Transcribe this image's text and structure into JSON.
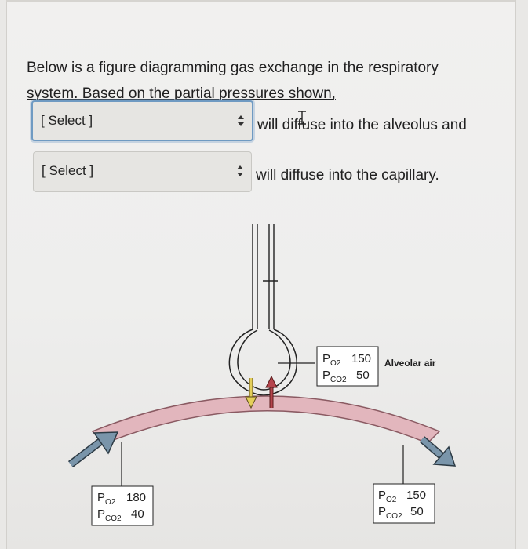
{
  "question": {
    "line1": "Below is a figure diagramming gas exchange in the respiratory",
    "line2": "system. Based on the partial pressures shown,"
  },
  "select1": {
    "value": "[ Select ]",
    "after_text": "will diffuse into the alveolus and"
  },
  "select2": {
    "value": "[ Select ]",
    "after_text": "will diffuse into the capillary."
  },
  "figure": {
    "alveolar_label": "Alveolar air",
    "alveolus": {
      "po2_label": "P",
      "po2_sub": "O2",
      "po2_value": "150",
      "pco2_label": "P",
      "pco2_sub": "CO2",
      "pco2_value": "50"
    },
    "left_blood": {
      "po2_label": "P",
      "po2_sub": "O2",
      "po2_value": "180",
      "pco2_label": "P",
      "pco2_sub": "CO2",
      "pco2_value": "40"
    },
    "right_blood": {
      "po2_label": "P",
      "po2_sub": "O2",
      "po2_value": "150",
      "pco2_label": "P",
      "pco2_sub": "CO2",
      "pco2_value": "50"
    }
  },
  "colors": {
    "capillary_fill": "#e2b6bd",
    "capillary_stroke": "#8a5a62",
    "arrow_blue": "#7a95aa",
    "arrow_yellow": "#e4cf5a",
    "arrow_red": "#b5454d",
    "focus_border": "#6f9ac2"
  },
  "icons": [
    "select-arrows-icon",
    "text-cursor-icon"
  ]
}
